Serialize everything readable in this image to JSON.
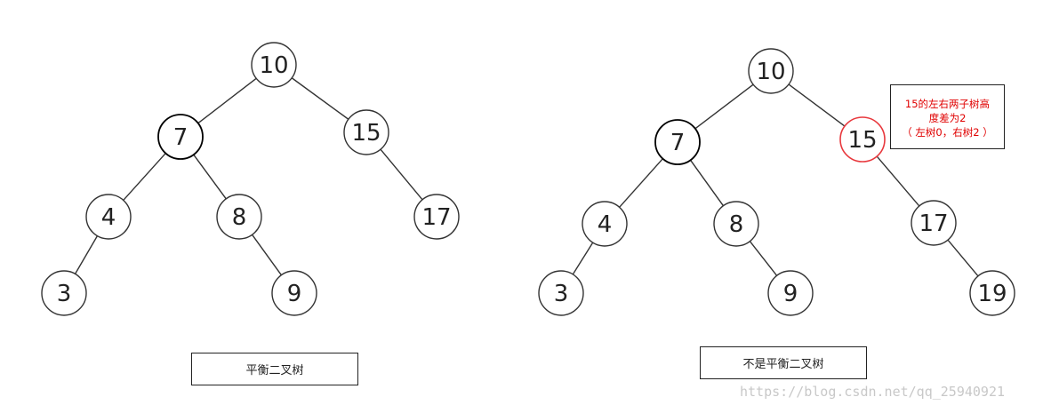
{
  "left_tree": {
    "caption": "平衡二叉树",
    "nodes": [
      {
        "id": "10",
        "label": "10"
      },
      {
        "id": "7",
        "label": "7"
      },
      {
        "id": "15",
        "label": "15"
      },
      {
        "id": "4",
        "label": "4"
      },
      {
        "id": "8",
        "label": "8"
      },
      {
        "id": "17",
        "label": "17"
      },
      {
        "id": "3",
        "label": "3"
      },
      {
        "id": "9",
        "label": "9"
      }
    ],
    "edges": [
      [
        "10",
        "7"
      ],
      [
        "10",
        "15"
      ],
      [
        "7",
        "4"
      ],
      [
        "7",
        "8"
      ],
      [
        "15",
        "17"
      ],
      [
        "4",
        "3"
      ],
      [
        "8",
        "9"
      ]
    ]
  },
  "right_tree": {
    "caption": "不是平衡二叉树",
    "nodes": [
      {
        "id": "10",
        "label": "10"
      },
      {
        "id": "7",
        "label": "7"
      },
      {
        "id": "15",
        "label": "15"
      },
      {
        "id": "4",
        "label": "4"
      },
      {
        "id": "8",
        "label": "8"
      },
      {
        "id": "17",
        "label": "17"
      },
      {
        "id": "3",
        "label": "3"
      },
      {
        "id": "9",
        "label": "9"
      },
      {
        "id": "19",
        "label": "19"
      }
    ],
    "edges": [
      [
        "10",
        "7"
      ],
      [
        "10",
        "15"
      ],
      [
        "7",
        "4"
      ],
      [
        "7",
        "8"
      ],
      [
        "15",
        "17"
      ],
      [
        "4",
        "3"
      ],
      [
        "8",
        "9"
      ],
      [
        "17",
        "19"
      ]
    ],
    "highlighted_node": "15",
    "highlight_color": "#e8383d"
  },
  "note": {
    "line1": "15的左右两子树高",
    "line2": "度差为2",
    "line3": "（ 左树0，右树2 ）",
    "color": "#e00000"
  },
  "watermark": "https://blog.csdn.net/qq_25940921"
}
